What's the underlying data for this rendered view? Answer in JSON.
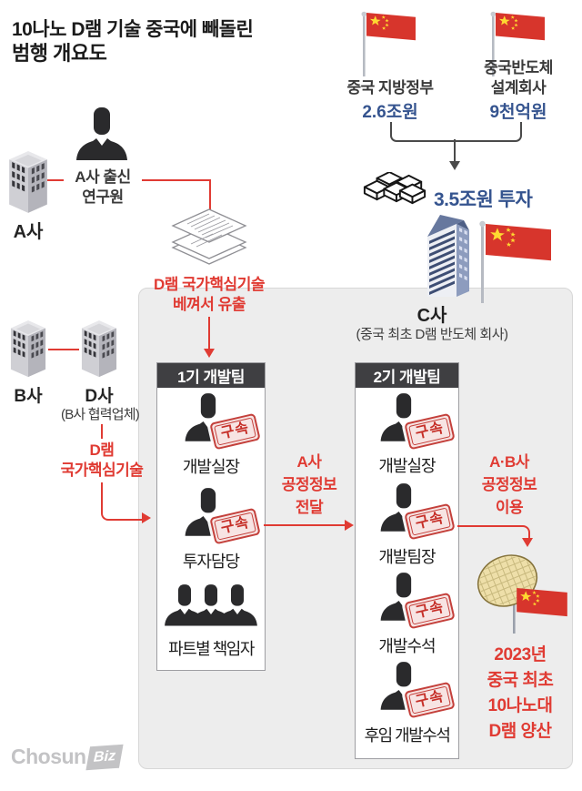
{
  "title": {
    "line1": "10나노 D램 기술 중국에 빼돌린",
    "line2": "범행 개요도"
  },
  "funding": {
    "source1": {
      "name": "중국 지방정부",
      "amount": "2.6조원"
    },
    "source2": {
      "name_line1": "중국반도체",
      "name_line2": "설계회사",
      "amount": "9천억원"
    },
    "investment": "3.5조원 투자"
  },
  "company_c": {
    "name": "C사",
    "desc": "(중국 최초 D램 반도체 회사)"
  },
  "company_a": {
    "name": "A사",
    "researcher_line1": "A사 출신",
    "researcher_line2": "연구원"
  },
  "leak": {
    "line1": "D램 국가핵심기술",
    "line2": "베껴서 유출"
  },
  "companies_bd": {
    "company_b": "B사",
    "company_d": "D사",
    "company_d_sub": "(B사 협력업체)",
    "tech_line1": "D램",
    "tech_line2": "국가핵심기술"
  },
  "team1": {
    "header": "1기 개발팀",
    "members": [
      {
        "role": "개발실장",
        "stamp": "구속"
      },
      {
        "role": "투자담당",
        "stamp": "구속"
      },
      {
        "role": "파트별 책임자",
        "stamp": ""
      }
    ]
  },
  "team2": {
    "header": "2기 개발팀",
    "members": [
      {
        "role": "개발실장",
        "stamp": "구속"
      },
      {
        "role": "개발팀장",
        "stamp": "구속"
      },
      {
        "role": "개발수석",
        "stamp": "구속"
      },
      {
        "role": "후임 개발수석",
        "stamp": "구속"
      }
    ]
  },
  "flow1": {
    "line1": "A사",
    "line2": "공정정보",
    "line3": "전달"
  },
  "flow2": {
    "line1": "A·B사",
    "line2": "공정정보",
    "line3": "이용"
  },
  "result": {
    "line1": "2023년",
    "line2": "중국 최초",
    "line3": "10나노대",
    "line4": "D램 양산"
  },
  "logo": {
    "text": "Chosun",
    "biz": "Biz"
  },
  "colors": {
    "accent_red": "#e03b33",
    "amount_blue": "#35548f",
    "flag_red": "#d7352c",
    "star_yellow": "#fed931",
    "box_bg": "#ededed",
    "team_header": "#3f3f42"
  }
}
